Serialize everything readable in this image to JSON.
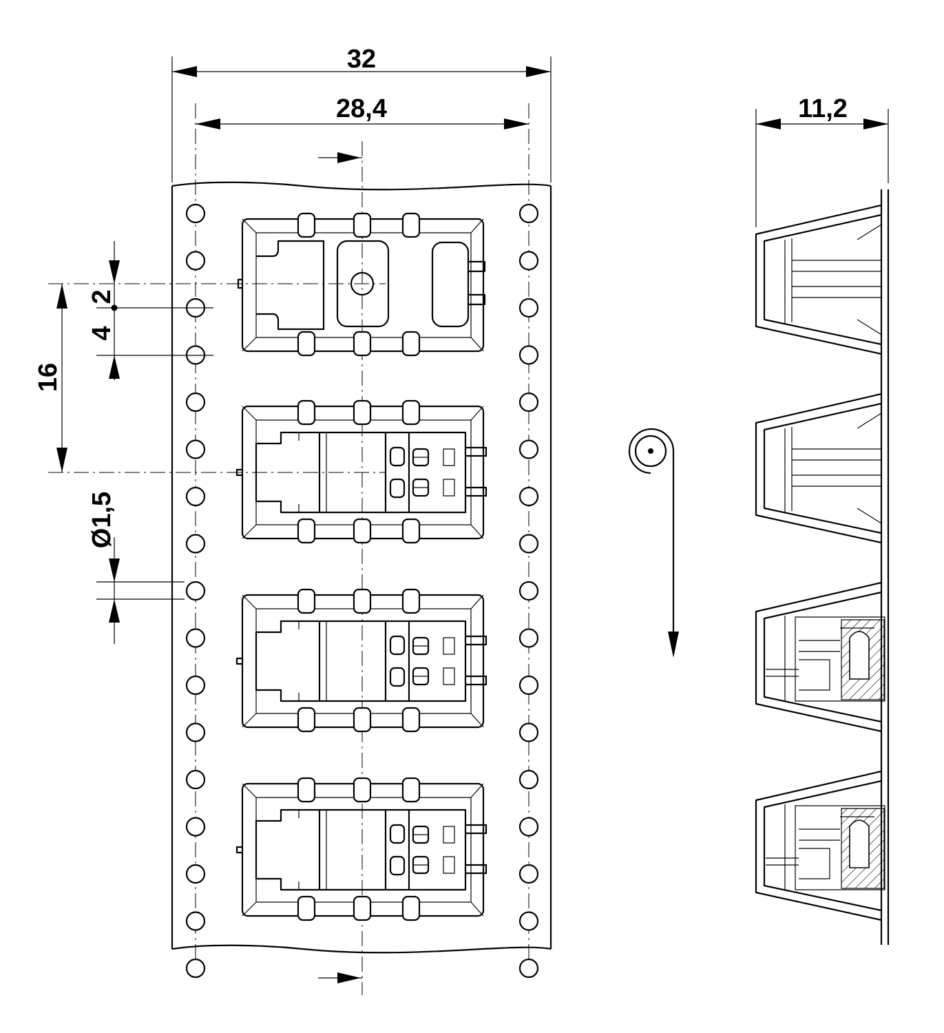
{
  "dimensions": {
    "tape_width": "32",
    "hole_pitch_span": "28,4",
    "side_height": "11,2",
    "pocket_pitch": "16",
    "hole_offset": "2",
    "hole_pitch": "4",
    "hole_diameter": "Ø1,5"
  }
}
